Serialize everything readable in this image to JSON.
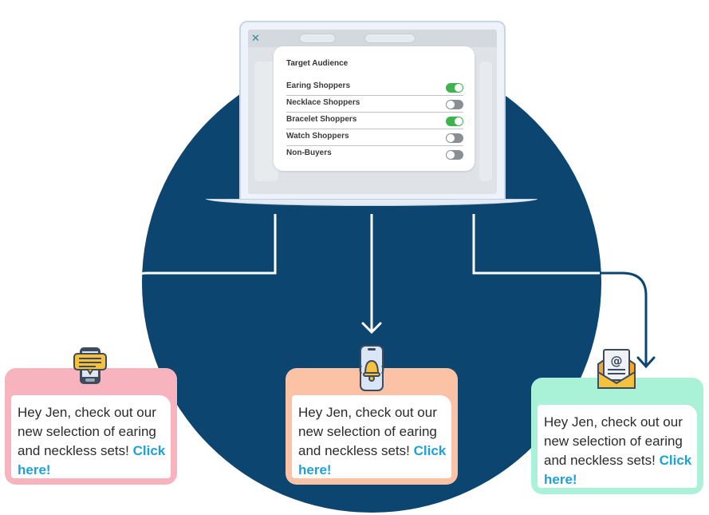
{
  "panel": {
    "title": "Target Audience",
    "rows": [
      {
        "label": "Earing Shoppers",
        "on": true
      },
      {
        "label": "Necklace Shoppers",
        "on": false
      },
      {
        "label": "Bracelet Shoppers",
        "on": true
      },
      {
        "label": "Watch Shoppers",
        "on": false
      },
      {
        "label": "Non-Buyers",
        "on": false
      }
    ]
  },
  "cards": [
    {
      "channel": "sms",
      "message": "Hey Jen, check out our new selection of earing and neckless sets!",
      "cta": "Click here!",
      "color": "#f8b4be"
    },
    {
      "channel": "push",
      "message": "Hey Jen, check out our new selection of earing and neckless sets!",
      "cta": "Click here!",
      "color": "#fbc2a6"
    },
    {
      "channel": "email",
      "message": "Hey Jen, check out our new selection of earing and neckless sets!",
      "cta": "Click here!",
      "color": "#a9f2d8"
    }
  ],
  "colors": {
    "circle": "#0b4570",
    "toggle_on": "#3fb34f",
    "toggle_off": "#8a8f94",
    "link": "#1ba3d8"
  },
  "icons": [
    "x-logo-icon",
    "sms-phone-icon",
    "bell-phone-icon",
    "email-envelope-icon",
    "arrow-down-icon"
  ]
}
